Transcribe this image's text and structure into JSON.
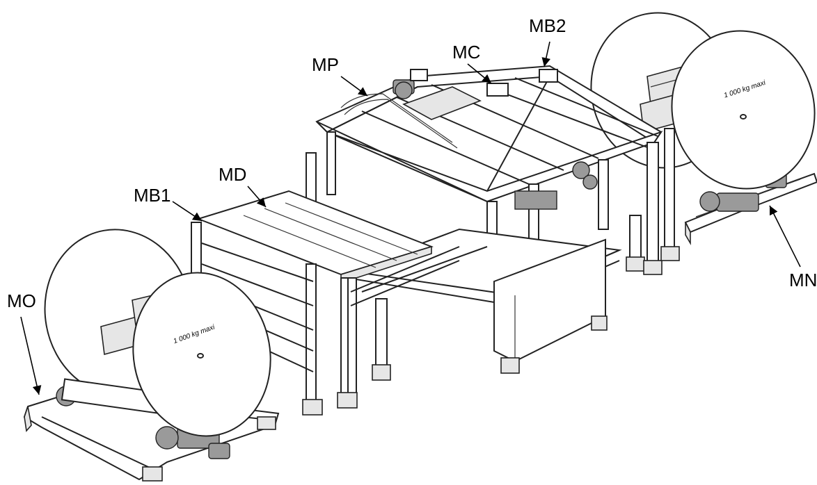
{
  "labels": {
    "mb2": "MB2",
    "mc": "MC",
    "mp": "MP",
    "md": "MD",
    "mb1": "MB1",
    "mo": "MO",
    "mn": "MN"
  },
  "reel_left_text": "1 000 kg maxi",
  "reel_right_text": "1 000 kg maxi"
}
